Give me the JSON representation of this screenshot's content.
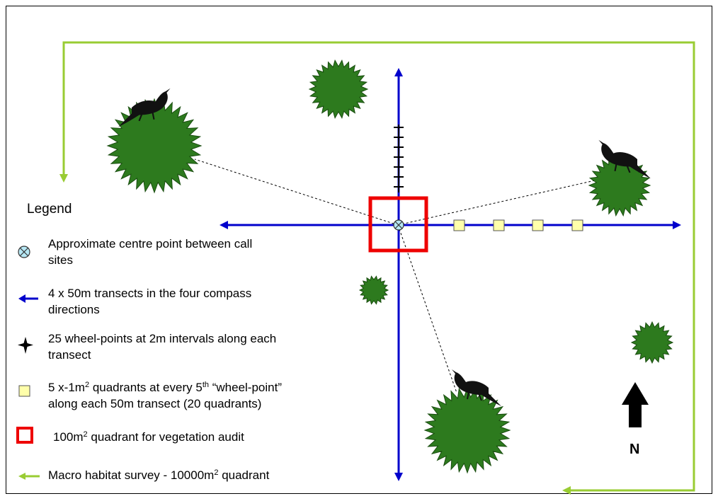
{
  "legend": {
    "title": "Legend",
    "items": [
      {
        "icon": "crossed-circle-icon",
        "line1": "Approximate centre point between call",
        "line2": "sites"
      },
      {
        "icon": "blue-arrow-icon",
        "line1": "4 x 50m transects in the four compass",
        "line2": "directions"
      },
      {
        "icon": "black-star-icon",
        "line1": "25 wheel-points at 2m intervals along each",
        "line2": "transect"
      },
      {
        "icon": "yellow-square-icon",
        "line1_a": "5 x-1m",
        "line1_sup": "2",
        "line1_b": " quadrants at every 5",
        "line1_sup2": "th",
        "line1_c": " “wheel-point”",
        "line2": "along each 50m transect (20 quadrants)"
      },
      {
        "icon": "red-square-icon",
        "line1_a": "100m",
        "line1_sup": "2",
        "line1_b": " quadrant for vegetation audit"
      },
      {
        "icon": "green-arrow-icon",
        "line1_a": "Macro habitat survey - 10000m",
        "line1_sup": "2",
        "line1_b": " quadrant"
      }
    ]
  },
  "north_label": "N",
  "colors": {
    "transect": "#0000cc",
    "macro": "#99cc33",
    "quadrant_red": "#ee0000",
    "tree": "#2d7a1e",
    "small_quadrant": "#ffffaa",
    "centre_point": "#b7e8f5"
  }
}
